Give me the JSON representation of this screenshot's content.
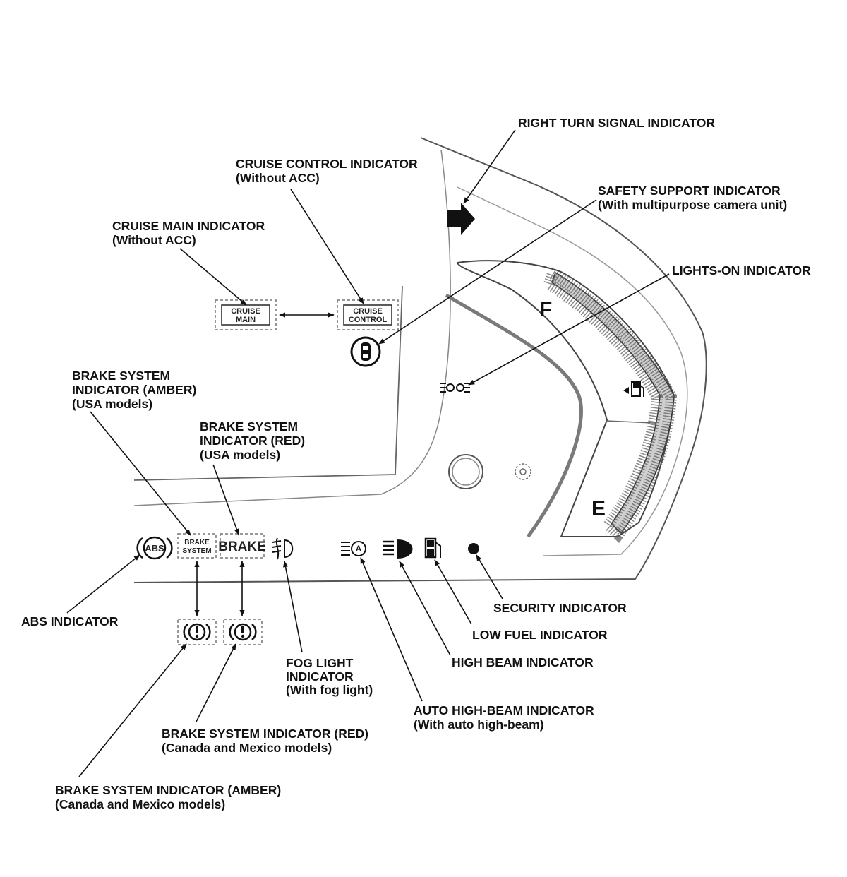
{
  "labels": {
    "right_turn": "RIGHT TURN SIGNAL INDICATOR",
    "cruise_control": [
      "CRUISE CONTROL INDICATOR",
      "(Without ACC)"
    ],
    "safety_support": [
      "SAFETY SUPPORT INDICATOR",
      "(With multipurpose camera unit)"
    ],
    "cruise_main": [
      "CRUISE MAIN INDICATOR",
      "(Without ACC)"
    ],
    "lights_on": "LIGHTS-ON INDICATOR",
    "brake_amber_usa": [
      "BRAKE SYSTEM",
      "INDICATOR (AMBER)",
      "(USA models)"
    ],
    "brake_red_usa": [
      "BRAKE SYSTEM",
      "INDICATOR (RED)",
      "(USA models)"
    ],
    "abs": "ABS INDICATOR",
    "security": "SECURITY INDICATOR",
    "low_fuel": "LOW FUEL INDICATOR",
    "fog": [
      "FOG LIGHT",
      "INDICATOR",
      "(With fog light)"
    ],
    "high_beam": "HIGH BEAM INDICATOR",
    "auto_high_beam": [
      "AUTO HIGH-BEAM INDICATOR",
      "(With auto high-beam)"
    ],
    "brake_red_canada": [
      "BRAKE SYSTEM INDICATOR (RED)",
      "(Canada and Mexico models)"
    ],
    "brake_amber_canada": [
      "BRAKE SYSTEM INDICATOR (AMBER)",
      "(Canada and Mexico models)"
    ]
  },
  "icons": {
    "cruise_main": [
      "CRUISE",
      "MAIN"
    ],
    "cruise_control": [
      "CRUISE",
      "CONTROL"
    ],
    "abs": "ABS",
    "brake_system": [
      "BRAKE",
      "SYSTEM"
    ],
    "brake": "BRAKE",
    "auto_high_beam": "A"
  },
  "gauge": {
    "full": "F",
    "empty": "E"
  }
}
